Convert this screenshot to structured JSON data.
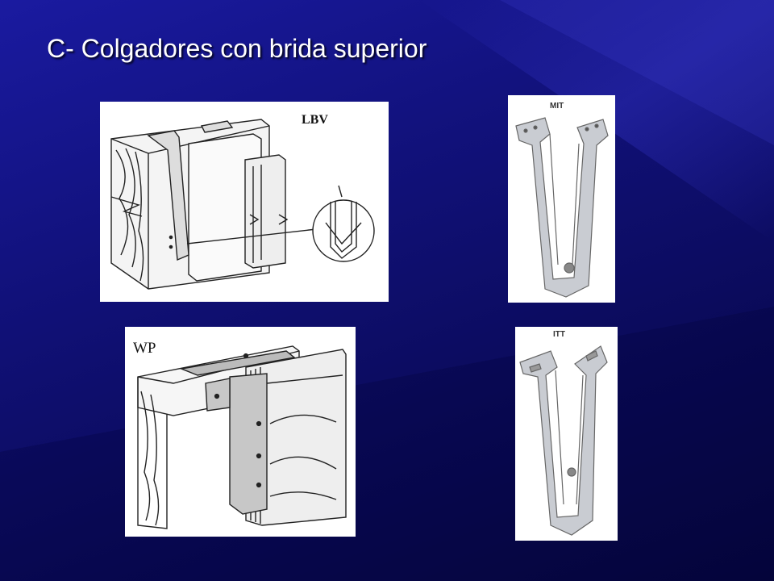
{
  "slide": {
    "title": "C- Colgadores con brida superior"
  },
  "figures": {
    "lbv": {
      "label": "LBV"
    },
    "mit": {
      "label": "MIT"
    },
    "wp": {
      "label": "WP"
    },
    "itt": {
      "label": "ITT"
    }
  },
  "colors": {
    "background_top": "#1a1aa0",
    "background_bottom": "#06063d",
    "title_text": "#ffffff"
  }
}
